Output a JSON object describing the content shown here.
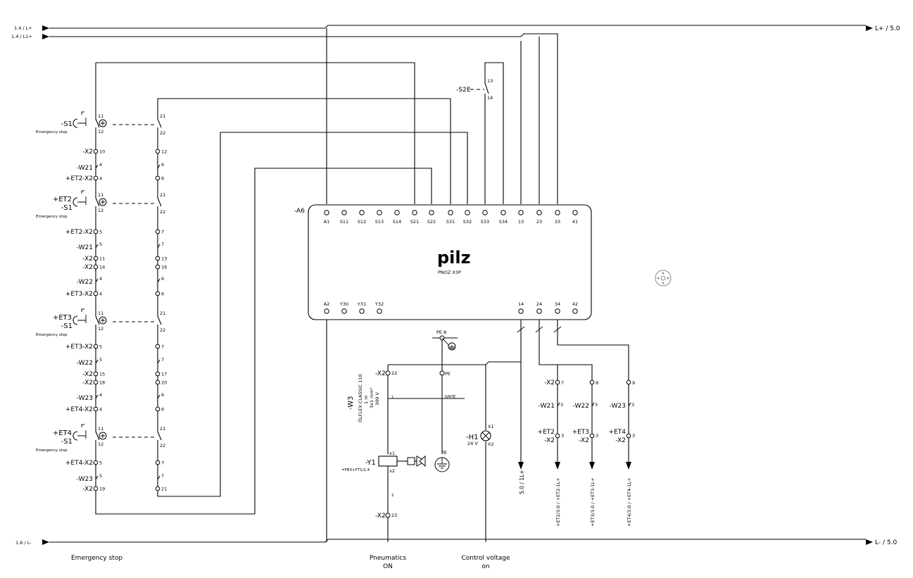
{
  "bus": {
    "lplus_left_ref": "1.4 / L+",
    "l1plus_left_ref": "1.4 / L1+",
    "lplus_right_ref": "L+ / 5.0",
    "lminus_left_ref": "1.6 / L-",
    "lminus_right_ref": "L- / 5.0"
  },
  "estop_stations": [
    {
      "line1": "",
      "line2": "-S1",
      "caption": "Emergency stop",
      "t_top": "11",
      "t_bot": "12",
      "t2_top": "21",
      "t2_bot": "22"
    },
    {
      "line1": "+ET2",
      "line2": "-S1",
      "caption": "Emergency stop",
      "t_top": "11",
      "t_bot": "12",
      "t2_top": "21",
      "t2_bot": "22"
    },
    {
      "line1": "+ET3",
      "line2": "-S1",
      "caption": "Emergency stop",
      "t_top": "11",
      "t_bot": "12",
      "t2_top": "21",
      "t2_bot": "22"
    },
    {
      "line1": "+ET4",
      "line2": "-S1",
      "caption": "Emergency stop",
      "t_top": "11",
      "t_bot": "12",
      "t2_top": "21",
      "t2_bot": "22"
    }
  ],
  "chain_rows": [
    {
      "label": "-X2",
      "left": "10",
      "right": "12",
      "type": "terminal"
    },
    {
      "label": "-W21",
      "left": "4",
      "right": "6",
      "type": "wire"
    },
    {
      "label": "+ET2-X2",
      "left": "4",
      "right": "6",
      "type": "terminal"
    },
    {
      "label": "+ET2-X2",
      "left": "5",
      "right": "7",
      "type": "terminal"
    },
    {
      "label": "-W21",
      "left": "5",
      "right": "7",
      "type": "wire"
    },
    {
      "label": "-X2",
      "left": "11",
      "right": "13",
      "type": "terminal"
    },
    {
      "label": "-X2",
      "left": "14",
      "right": "16",
      "type": "terminal"
    },
    {
      "label": "-W22",
      "left": "4",
      "right": "6",
      "type": "wire"
    },
    {
      "label": "+ET3-X2",
      "left": "4",
      "right": "6",
      "type": "terminal"
    },
    {
      "label": "+ET3-X2",
      "left": "5",
      "right": "7",
      "type": "terminal"
    },
    {
      "label": "-W22",
      "left": "5",
      "right": "7",
      "type": "wire"
    },
    {
      "label": "-X2",
      "left": "15",
      "right": "17",
      "type": "terminal"
    },
    {
      "label": "-X2",
      "left": "18",
      "right": "20",
      "type": "terminal"
    },
    {
      "label": "-W23",
      "left": "4",
      "right": "6",
      "type": "wire"
    },
    {
      "label": "+ET4-X2",
      "left": "4",
      "right": "6",
      "type": "terminal"
    },
    {
      "label": "+ET4-X2",
      "left": "5",
      "right": "7",
      "type": "terminal"
    },
    {
      "label": "-W23",
      "left": "5",
      "right": "7",
      "type": "wire"
    },
    {
      "label": "-X2",
      "left": "19",
      "right": "21",
      "type": "terminal"
    }
  ],
  "relay": {
    "tag": "-A6",
    "brand": "pilz",
    "model": "PNOZ X3P",
    "top_terminals": [
      "A1",
      "S11",
      "S12",
      "S13",
      "S14",
      "S21",
      "S22",
      "S31",
      "S32",
      "S33",
      "S34",
      "13",
      "23",
      "33",
      "41"
    ],
    "bottom_left_terminals": [
      "A2",
      "Y30",
      "Y31",
      "Y32"
    ],
    "bottom_right_terminals": [
      "14",
      "24",
      "34",
      "42"
    ]
  },
  "reset_switch": {
    "tag": "-S2",
    "symbol": "E",
    "t_top": "13",
    "t_bot": "14"
  },
  "pneumatics": {
    "x2_top": "-X2",
    "x2_top_num": "22",
    "cable_tag": "-W3",
    "cable_type": "ÖLFLEX CLASSIC 110",
    "cable_length": "1 m",
    "cable_section": "3x1 mm²",
    "cable_voltage": "300 V",
    "core1": "1",
    "core2": "2",
    "core_gnye": "GNYE",
    "valve_tag": "-Y1",
    "valve_ref": "=FB3+FT1/1.4",
    "valve_x1": "x1",
    "valve_x2": "x2",
    "x2_bot": "-X2",
    "x2_bot_num": "23",
    "pe_top": "PE:8",
    "pe_mid": "PE",
    "pe_bot": "PE"
  },
  "lamp": {
    "tag": "-H1",
    "voltage": "24 V",
    "x1": "X1",
    "x2": "X2"
  },
  "outputs": [
    {
      "x2": "-X2",
      "x2_num": "7",
      "w": "-W21",
      "w_num": "3",
      "et_a": "+ET2",
      "et_b": "-X2",
      "et_num": "3",
      "ref": "+ET2/3.0 / +ET2-1L+"
    },
    {
      "x2": "",
      "x2_num": "8",
      "w": "-W22",
      "w_num": "3",
      "et_a": "+ET3",
      "et_b": "-X2",
      "et_num": "3",
      "ref": "+ET3/3.0 / +ET3-1L+"
    },
    {
      "x2": "",
      "x2_num": "9",
      "w": "-W23",
      "w_num": "3",
      "et_a": "+ET4",
      "et_b": "-X2",
      "et_num": "3",
      "ref": "+ET4/3.0 / +ET4-1L+"
    }
  ],
  "out_main_ref": "5.0 / 1L+",
  "captions": {
    "emergency": "Emergency stop",
    "pneumatics_a": "Pneumatics",
    "pneumatics_b": "ON",
    "control_a": "Control voltage",
    "control_b": "on"
  }
}
